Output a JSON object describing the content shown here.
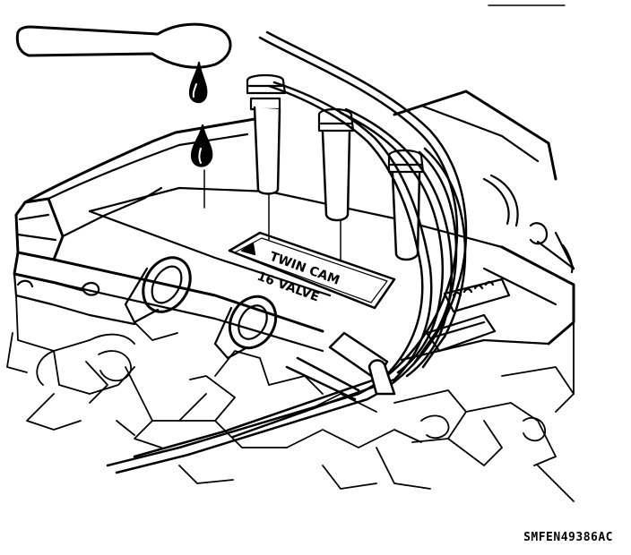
{
  "figure": {
    "code": "SMFEN49386AC"
  },
  "cover_label": {
    "line1": "TWIN CAM",
    "line2": "16 VALVE"
  },
  "colors": {
    "ink": "#000000",
    "paper": "#ffffff"
  },
  "icons": [
    "oil-can-spout-icon",
    "oil-drop-icon",
    "oil-drop-icon"
  ]
}
